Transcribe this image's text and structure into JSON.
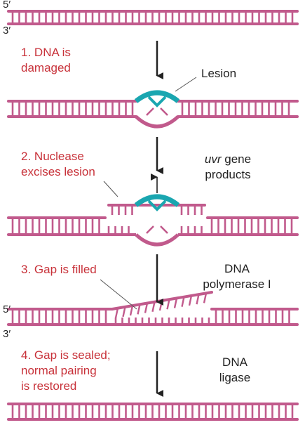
{
  "colors": {
    "strand": "#c15a8c",
    "lesion": "#1aa6b0",
    "step_text": "#c8323a",
    "text": "#222222"
  },
  "strand_ends": {
    "five_prime": "5′",
    "three_prime": "3′"
  },
  "steps": [
    {
      "number": "1.",
      "lines": [
        "DNA is",
        "damaged"
      ]
    },
    {
      "number": "2.",
      "lines": [
        "Nuclease",
        "excises lesion"
      ]
    },
    {
      "number": "3.",
      "lines": [
        "Gap is filled"
      ]
    },
    {
      "number": "4.",
      "lines": [
        "Gap is sealed;",
        "normal pairing",
        "is restored"
      ]
    }
  ],
  "labels": {
    "lesion": "Lesion",
    "uvr_italic": "uvr",
    "uvr_rest": " gene",
    "uvr_line2": "products",
    "polymerase_line1": "DNA",
    "polymerase_line2": "polymerase I",
    "ligase_line1": "DNA",
    "ligase_line2": "ligase"
  }
}
